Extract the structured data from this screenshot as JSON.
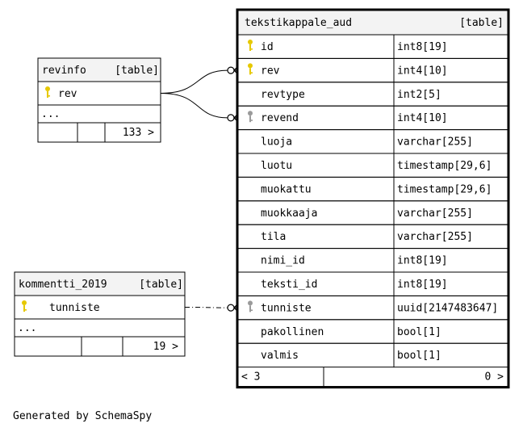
{
  "tables": [
    {
      "id": "tekstikappale_aud",
      "name": "tekstikappale_aud",
      "kind": "[table]",
      "focused": true,
      "columns": [
        {
          "name": "id",
          "type": "int8[19]",
          "key": "primary"
        },
        {
          "name": "rev",
          "type": "int4[10]",
          "key": "primary"
        },
        {
          "name": "revtype",
          "type": "int2[5]",
          "key": ""
        },
        {
          "name": "revend",
          "type": "int4[10]",
          "key": "foreign"
        },
        {
          "name": "luoja",
          "type": "varchar[255]",
          "key": ""
        },
        {
          "name": "luotu",
          "type": "timestamp[29,6]",
          "key": ""
        },
        {
          "name": "muokattu",
          "type": "timestamp[29,6]",
          "key": ""
        },
        {
          "name": "muokkaaja",
          "type": "varchar[255]",
          "key": ""
        },
        {
          "name": "tila",
          "type": "varchar[255]",
          "key": ""
        },
        {
          "name": "nimi_id",
          "type": "int8[19]",
          "key": ""
        },
        {
          "name": "teksti_id",
          "type": "int8[19]",
          "key": ""
        },
        {
          "name": "tunniste",
          "type": "uuid[2147483647]",
          "key": "foreign"
        },
        {
          "name": "pakollinen",
          "type": "bool[1]",
          "key": ""
        },
        {
          "name": "valmis",
          "type": "bool[1]",
          "key": ""
        }
      ],
      "footer": {
        "parents": "< 3",
        "children": "0 >"
      }
    },
    {
      "id": "revinfo",
      "name": "revinfo",
      "kind": "[table]",
      "focused": false,
      "columns": [
        {
          "name": "rev",
          "key": "primary"
        }
      ],
      "ellipsis": "...",
      "footer": {
        "children": "133 >"
      }
    },
    {
      "id": "kommentti_2019",
      "name": "kommentti_2019",
      "kind": "[table]",
      "focused": false,
      "columns": [
        {
          "name": "tunniste",
          "key": "primary"
        }
      ],
      "ellipsis": "...",
      "footer": {
        "children": "19 >"
      }
    }
  ],
  "relationships": [
    {
      "from_table": "revinfo",
      "from_column": "rev",
      "to_table": "tekstikappale_aud",
      "to_column": "rev",
      "style": "solid"
    },
    {
      "from_table": "revinfo",
      "from_column": "rev",
      "to_table": "tekstikappale_aud",
      "to_column": "revend",
      "style": "solid"
    },
    {
      "from_table": "kommentti_2019",
      "from_column": "tunniste",
      "to_table": "tekstikappale_aud",
      "to_column": "tunniste",
      "style": "dash-dot"
    }
  ],
  "colors": {
    "header_bg": "#f3f3f3",
    "border": "#000000",
    "primary_key": "#e6c800",
    "foreign_key": "#9a9a9a",
    "background": "#ffffff"
  },
  "footer_text": "Generated by SchemaSpy"
}
